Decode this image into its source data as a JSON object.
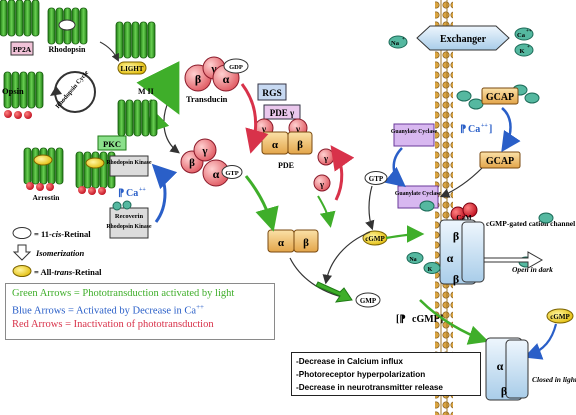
{
  "colors": {
    "green_arrow": "#3fae2a",
    "blue_arrow": "#2a5fc8",
    "red_arrow": "#d8324a",
    "rhodopsin_green": "#39a32a",
    "transducin_pink": "#f08080",
    "pde_orange": "#f0c070",
    "channel_blue": "#cfe4f4",
    "retinal_yellow": "#f2d21a",
    "membrane_brown": "#b58a3a"
  },
  "cycle": {
    "pp2a": "PP2A",
    "rhodopsin": "Rhodopsin",
    "light": "LIGHT",
    "opsin": "Opsin",
    "cycle_label": "Rhodopsin Cycle",
    "m2": "M II",
    "pkc": "PKC",
    "arrestin": "Arrestin",
    "rhodopsin_kinase": "Rhodopsin Kinase",
    "recoverin": "Recoverin",
    "rhodopsin_kinase_2": "Rhodopsin Kinase",
    "ca_decrease": "Ca",
    "ca_sup": "++"
  },
  "transduction": {
    "beta": "β",
    "gamma": "γ",
    "alpha": "α",
    "gdp": "GDP",
    "gtp": "GTP",
    "transducin": "Transducin",
    "rgs": "RGS",
    "pde_gamma": "PDE γ",
    "pde": "PDE",
    "gtp_small": "GTP"
  },
  "cgmp": {
    "gtp": "GTP",
    "cgmp": "cGMP",
    "gmp": "GMP",
    "guanylate_cyclase_top": "Guanylate Cyclase",
    "guanylate_cyclase_bottom": "Guanylate Cyclase",
    "ca_decrease": "Ca",
    "ca_sup": "++",
    "gcap_top": "GCAP",
    "gcap_bottom": "GCAP",
    "cgmp_decrease": "cGMP"
  },
  "membrane": {
    "exchanger": "Exchanger",
    "na": "Na",
    "na_sup": "+",
    "ca": "Ca",
    "ca_sup": "++",
    "k": "K",
    "k_sup": "+",
    "cam": "CaM",
    "channel_title": "cGMP-gated cation channel",
    "open_in_dark": "Open in dark",
    "closed_in_light": "Closed in light",
    "cgmp_bound": "cGMP"
  },
  "key": {
    "cis_label_pre": "= 11-",
    "cis_label_italic": "cis",
    "cis_label_post": "-Retinal",
    "isomerization": "Isomerization",
    "trans_label_pre": "= All-",
    "trans_label_italic": "trans",
    "trans_label_post": "-Retinal"
  },
  "legend": {
    "green": "Green Arrows =  Phototransduction activated by light",
    "blue": "Blue Arrows = Activated by Decrease in Ca",
    "blue_sup": "++",
    "red": "Red Arrows = Inactivation of phototransduction"
  },
  "results": [
    "-Decrease in Calcium influx",
    "-Photoreceptor hyperpolarization",
    "-Decrease in neurotransmitter release"
  ]
}
